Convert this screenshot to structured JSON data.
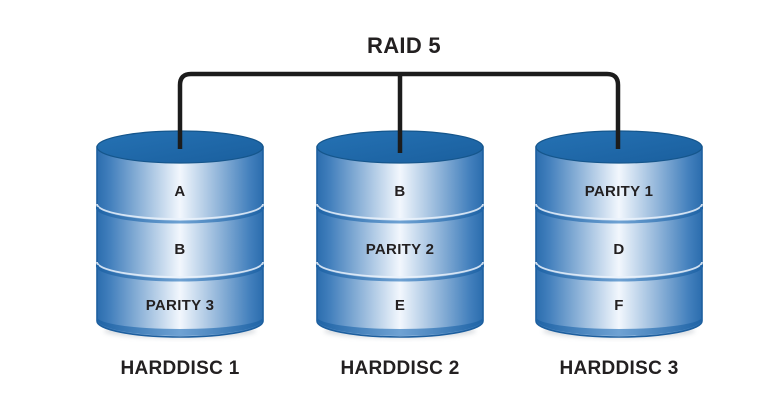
{
  "title": "RAID 5",
  "colors": {
    "connector": "#1c1c1c",
    "text": "#232021",
    "disk_top_blue": "#1e68a9",
    "disk_edge_blue": "#2b6dae",
    "disk_center_highlight": "#f2f7fd",
    "separator_blue": "#1e63a6"
  },
  "disks": [
    {
      "name": "HARDDISC 1",
      "segments": [
        "A",
        "B",
        "PARITY 3"
      ]
    },
    {
      "name": "HARDDISC 2",
      "segments": [
        "B",
        "PARITY 2",
        "E"
      ]
    },
    {
      "name": "HARDDISC 3",
      "segments": [
        "PARITY 1",
        "D",
        "F"
      ]
    }
  ]
}
